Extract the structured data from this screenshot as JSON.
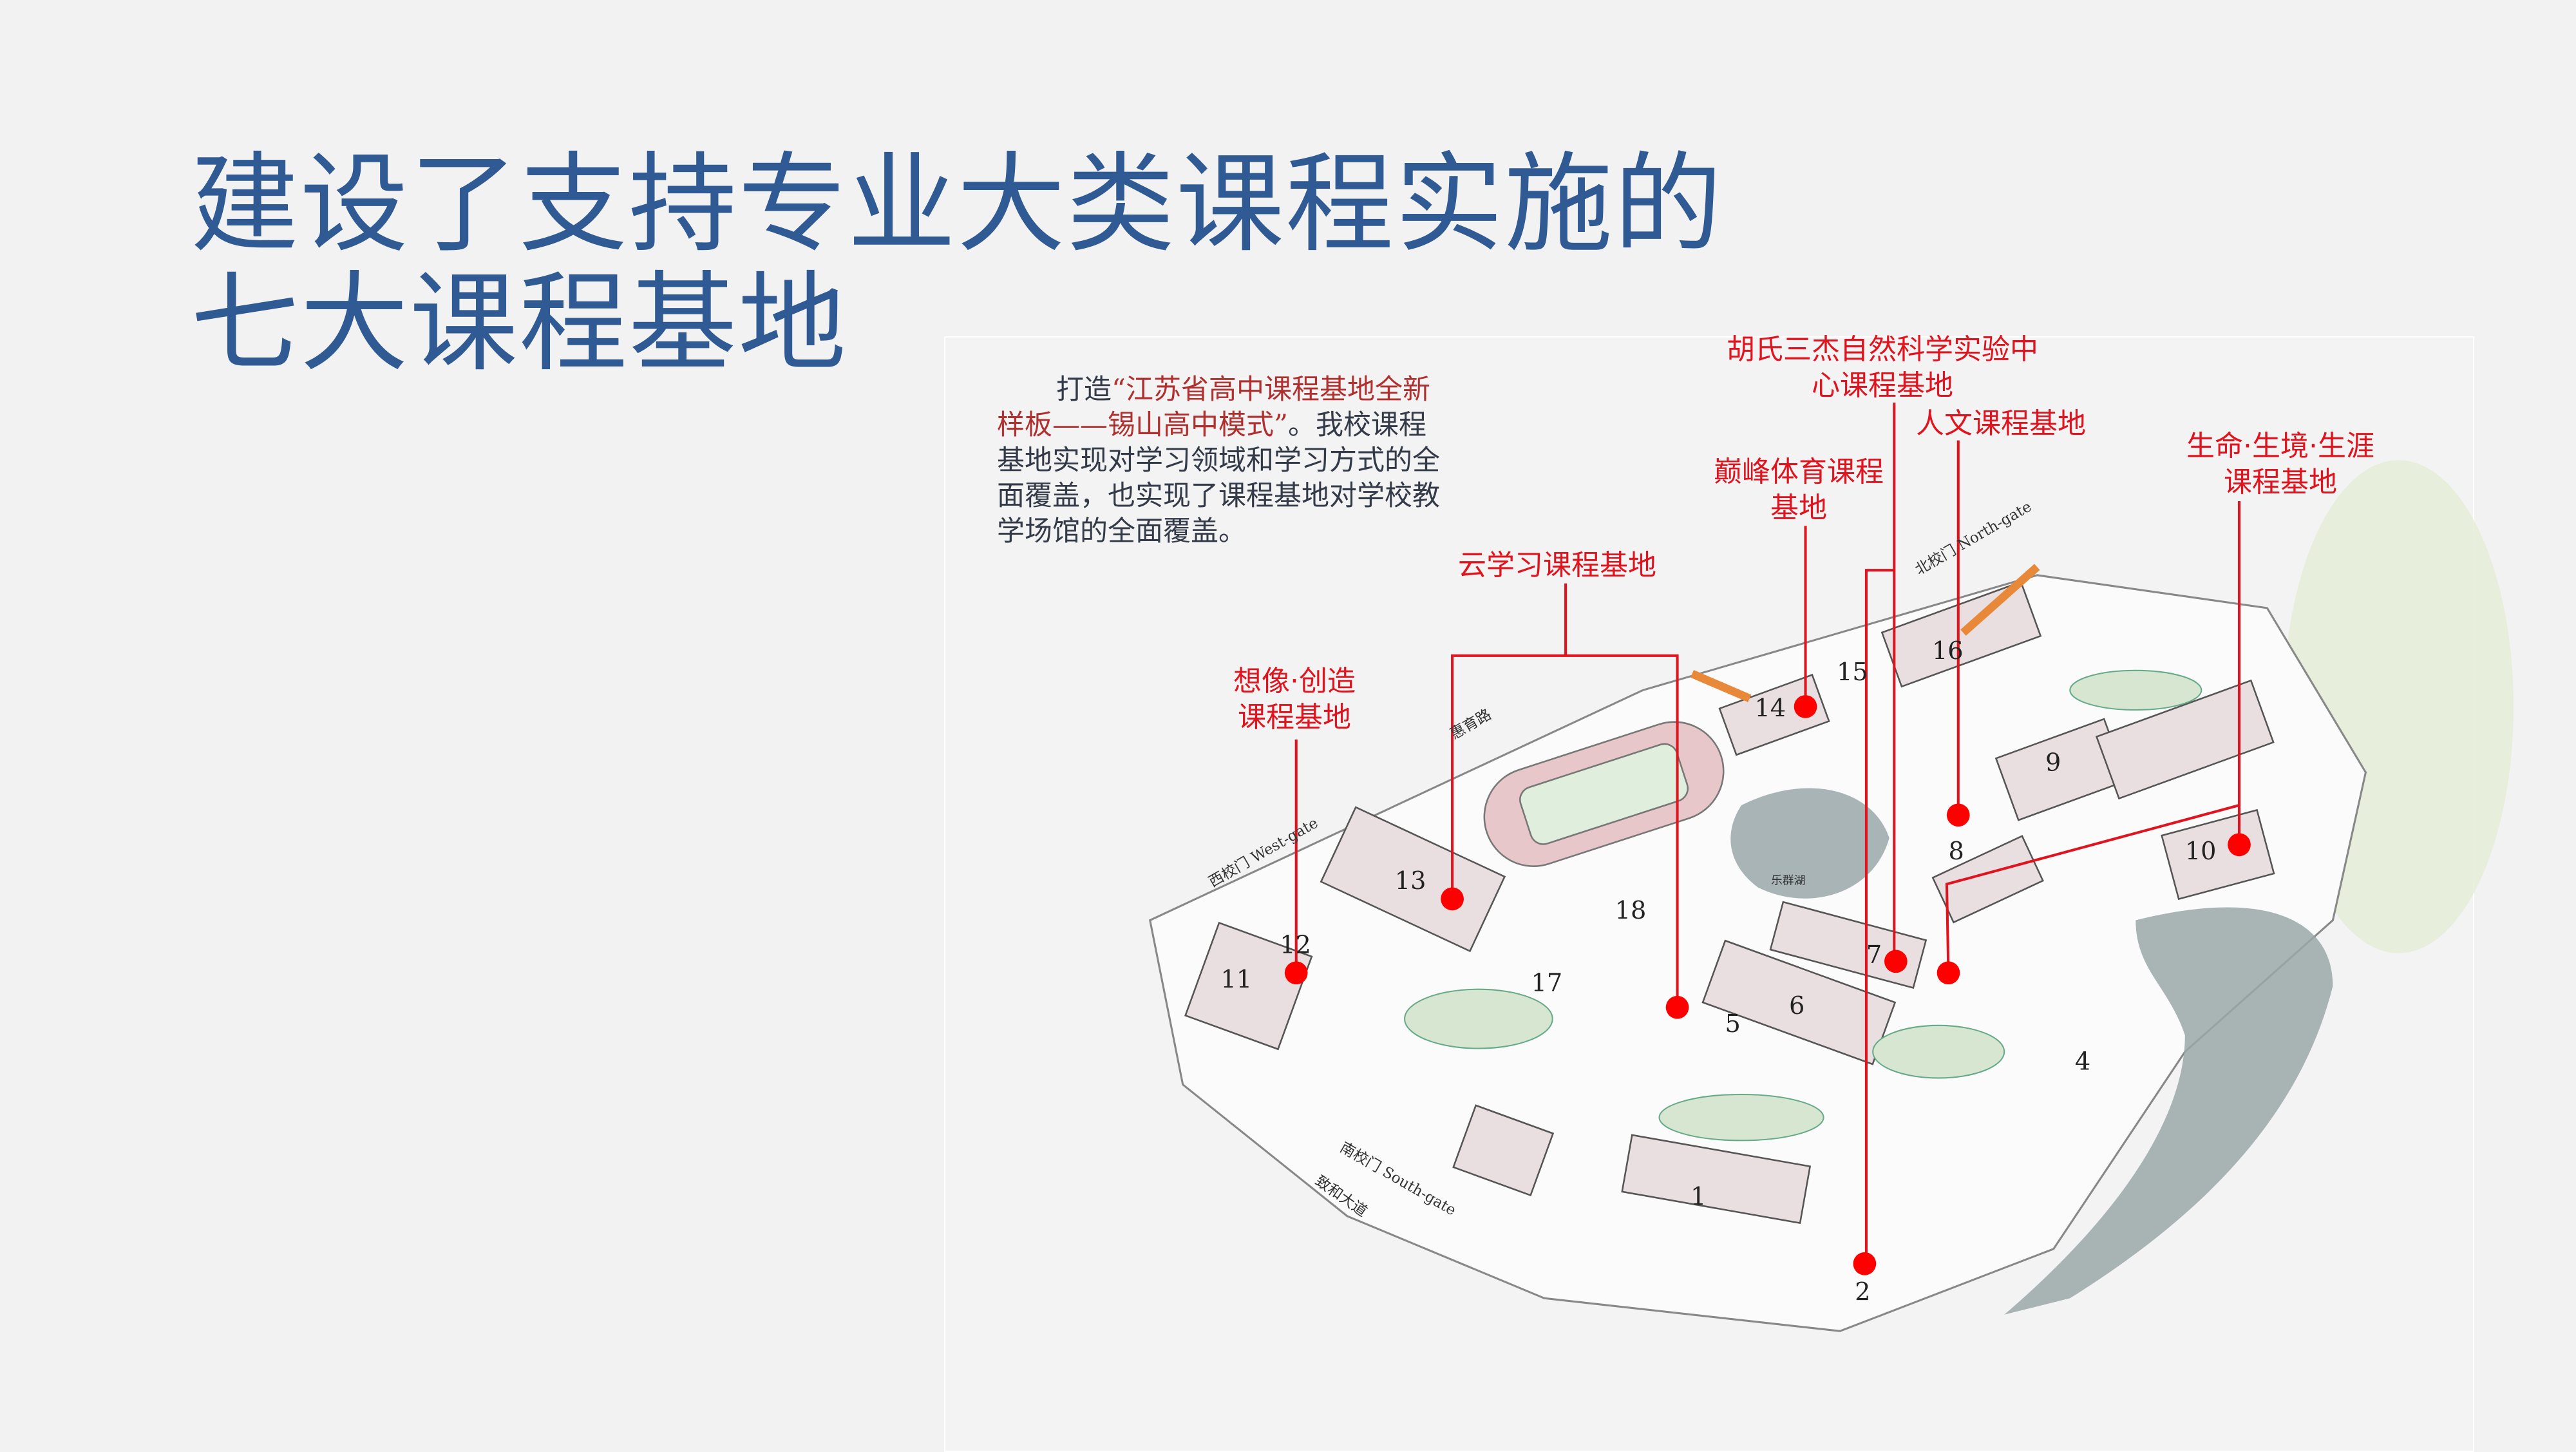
{
  "slide": {
    "title_line1": "建设了支持专业大类课程实施的",
    "title_line2": "七大课程基地"
  },
  "intro": {
    "prefix": "打造",
    "highlight": "“江苏省高中课程基地全新样板——锡山高中模式”",
    "rest": "。我校课程基地实现对学习领域和学习方式的全面覆盖，也实现了课程基地对学校教学场馆的全面覆盖。"
  },
  "labels": {
    "science": [
      "胡氏三杰自然科学实验中",
      "心课程基地"
    ],
    "humanities": [
      "人文课程基地"
    ],
    "life": [
      "生命·生境·生涯",
      "课程基地"
    ],
    "sports": [
      "巅峰体育课程",
      "基地"
    ],
    "cloud": [
      "云学习课程基地"
    ],
    "imagine": [
      "想像·创造",
      "课程基地"
    ]
  },
  "map": {
    "building_numbers": [
      "14",
      "15",
      "16",
      "9",
      "8",
      "10",
      "13",
      "18",
      "12",
      "11",
      "17",
      "7",
      "6",
      "5",
      "4",
      "1",
      "2"
    ],
    "place_names": {
      "road": "惠育路",
      "lake": "乐群湖",
      "west_gate": "西校门 West-gate",
      "south_gate": "南校门 South-gate",
      "north_gate": "北校门 North-gate",
      "avenue": "致和大道"
    }
  },
  "colors": {
    "title": "#2f5a93",
    "accent": "#e0141e",
    "marker": "#ff0000"
  }
}
